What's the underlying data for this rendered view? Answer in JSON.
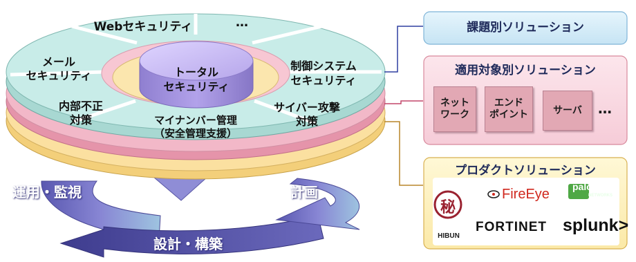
{
  "ring_segments": [
    {
      "id": "web",
      "label": "Webセキュリティ"
    },
    {
      "id": "more",
      "label": "…"
    },
    {
      "id": "mail",
      "label": "メール\nセキュリティ"
    },
    {
      "id": "control",
      "label": "制御システム\nセキュリティ"
    },
    {
      "id": "internal",
      "label": "内部不正\n対策"
    },
    {
      "id": "cyber",
      "label": "サイバー攻撃\n対策"
    },
    {
      "id": "mynumber",
      "label": "マイナンバー管理\n（安全管理支援）"
    }
  ],
  "center_label": "トータル\nセキュリティ",
  "cycle": {
    "operate": "運用・監視",
    "plan": "計画",
    "design": "設計・構築"
  },
  "panels": {
    "issue": {
      "title": "課題別ソリューション"
    },
    "target": {
      "title": "適用対象別ソリューション",
      "chips": [
        "ネット\nワーク",
        "エンド\nポイント",
        "サーバ"
      ],
      "more": "…"
    },
    "product": {
      "title": "プロダクトソリューション"
    }
  },
  "logos": {
    "hibun_mark": "秘",
    "hibun": "HIBUN",
    "fireeye": "FireEye",
    "paloalto": "paloalto",
    "paloalto_sub": "NETWORKS",
    "fortinet": "FORTINET",
    "splunk": "splunk>"
  },
  "colors": {
    "ring_top": "#c8ece8",
    "ring_pink": "#f2b8c8",
    "ring_yellow": "#fbe0a0",
    "hub": "#c8b8f0",
    "cycle": "#7a78c8",
    "panel_blue": "#d6eef9",
    "panel_pink": "#f9d9e1",
    "panel_yellow": "#fdf2c0"
  }
}
